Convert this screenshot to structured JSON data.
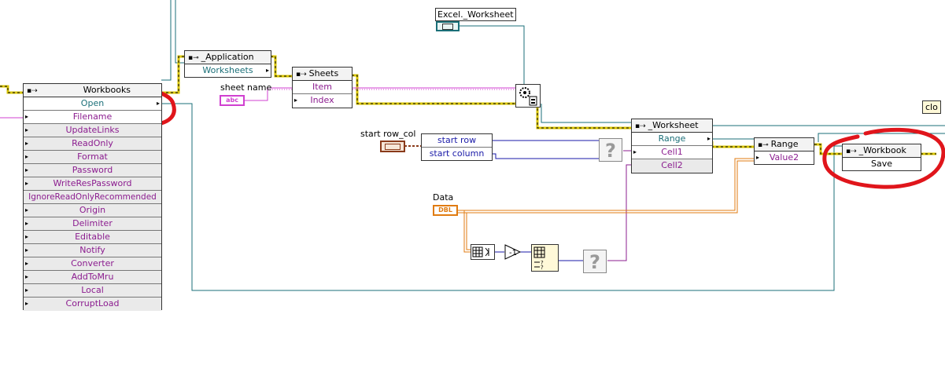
{
  "workbooks_node": {
    "title": "Workbooks",
    "rows": [
      "Open",
      "Filename",
      "UpdateLinks",
      "ReadOnly",
      "Format",
      "Password",
      "WriteResPassword",
      "IgnoreReadOnlyRecommended",
      "Origin",
      "Delimiter",
      "Editable",
      "Notify",
      "Converter",
      "AddToMru",
      "Local",
      "CorruptLoad"
    ]
  },
  "application_node": {
    "title": "_Application",
    "row": "Worksheets"
  },
  "sheets_node": {
    "title": "Sheets",
    "rows": [
      "Item",
      "Index"
    ]
  },
  "worksheet_node": {
    "title": "_Worksheet",
    "rows": [
      "Range",
      "Cell1",
      "Cell2"
    ]
  },
  "range_node": {
    "title": "Range",
    "row": "Value2"
  },
  "workbook_node": {
    "title": "_Workbook",
    "row": "Save"
  },
  "start_node": {
    "rows": [
      "start row",
      "start column"
    ]
  },
  "labels": {
    "excel_worksheet": "Excel._Worksheet",
    "sheet_name": "sheet name",
    "start_row_col": "start row_col",
    "data": "Data",
    "clo": "clo"
  },
  "terminals": {
    "sheet_name": "abc",
    "data": "DBL"
  },
  "colors": {
    "teal": "#1b6f78",
    "purple": "#8b1c8f",
    "orange": "#e07b10",
    "blue": "#1a1aa8",
    "red": "#e0151b",
    "pink": "#d040d0",
    "brown": "#8a3a1a",
    "yellow": "#d8c400"
  }
}
